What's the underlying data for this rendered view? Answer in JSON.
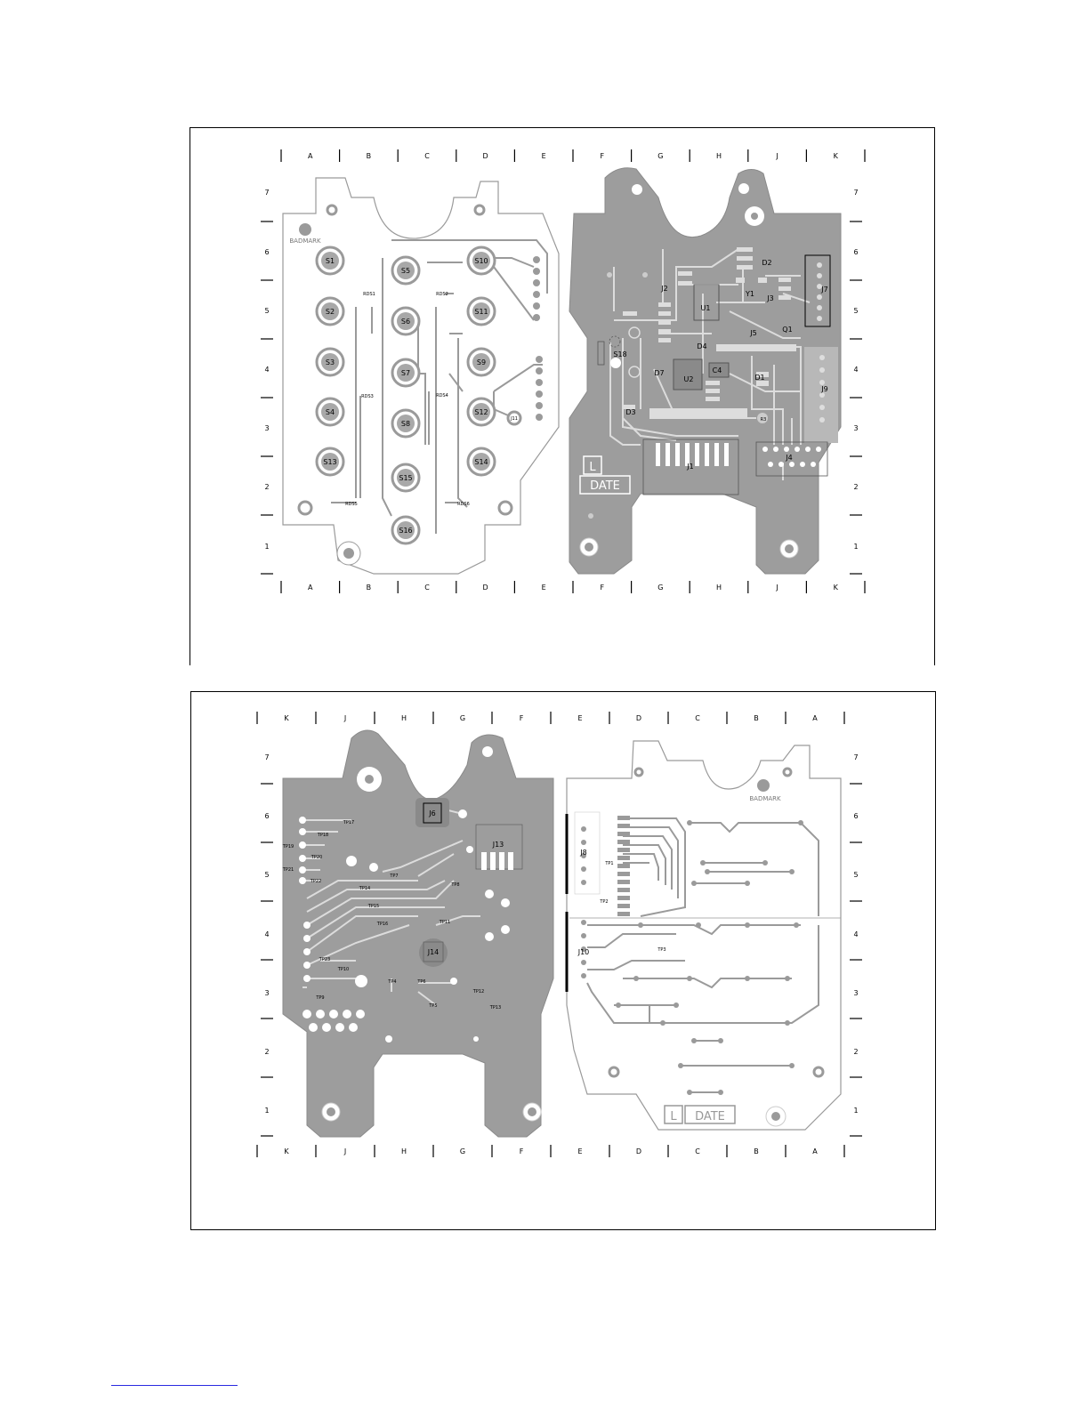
{
  "top_panel": {
    "columns": [
      "A",
      "B",
      "C",
      "D",
      "E",
      "F",
      "G",
      "H",
      "J",
      "K"
    ],
    "rows": [
      "7",
      "6",
      "5",
      "4",
      "3",
      "2",
      "1"
    ],
    "left_board": {
      "silkscreen": "BADMARK",
      "switches": [
        "S1",
        "S2",
        "S3",
        "S4",
        "S13",
        "S5",
        "S6",
        "S7",
        "S8",
        "S15",
        "S16",
        "S10",
        "S11",
        "S9",
        "S12",
        "S14"
      ],
      "test_point": "J11",
      "small_labels": [
        "RDS1",
        "RDS2",
        "RDS3",
        "RDS4",
        "RDS5",
        "RDS6"
      ]
    },
    "right_board": {
      "components": [
        "J2",
        "U1",
        "Y1",
        "J3",
        "J7",
        "J5",
        "Q1",
        "S18",
        "D4",
        "C4",
        "U2",
        "D7",
        "D1",
        "D2",
        "J9",
        "D3",
        "J1",
        "J4",
        "R3"
      ],
      "date_mark_l": "L",
      "date_mark": "DATE"
    }
  },
  "bottom_panel": {
    "columns": [
      "K",
      "J",
      "H",
      "G",
      "F",
      "E",
      "D",
      "C",
      "B",
      "A"
    ],
    "rows": [
      "7",
      "6",
      "5",
      "4",
      "3",
      "2",
      "1"
    ],
    "left_board": {
      "components": [
        "J6",
        "J13",
        "J14",
        "TP7",
        "TP8",
        "TP9",
        "TP4",
        "TP6",
        "TP5",
        "TP17",
        "TP18",
        "TP19",
        "TP20",
        "TP21",
        "TP22",
        "TP23",
        "TP10",
        "TP11",
        "TP12",
        "TP13",
        "TP14",
        "TP15",
        "TP16"
      ]
    },
    "right_board": {
      "silkscreen": "BADMARK",
      "components": [
        "J8",
        "J10",
        "TP1",
        "TP2",
        "TP3"
      ],
      "date_mark_l": "L",
      "date_mark": "DATE"
    }
  }
}
